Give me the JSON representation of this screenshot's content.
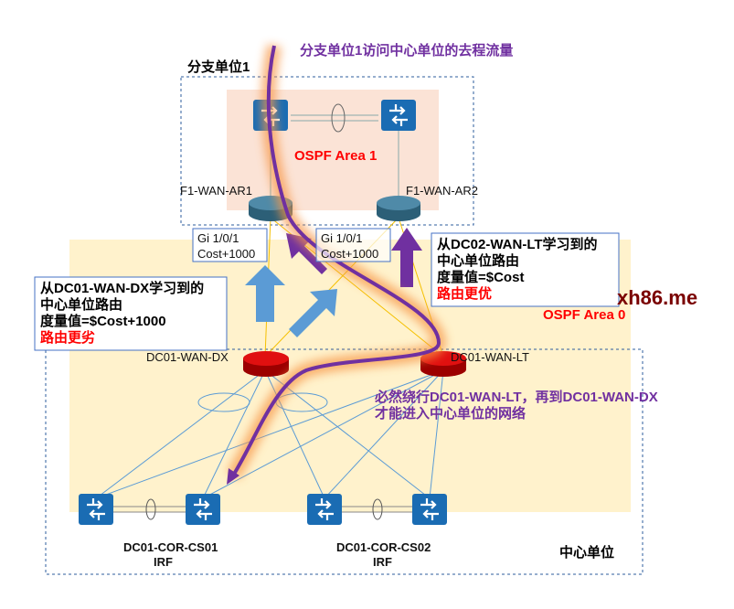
{
  "title": "分支单位1访问中心单位的去程流量",
  "branch": {
    "label": "分支单位1",
    "area": "OSPF Area 1",
    "ar1": "F1-WAN-AR1",
    "ar2": "F1-WAN-AR2"
  },
  "center": {
    "label": "中心单位",
    "area": "OSPF Area 0",
    "dx": "DC01-WAN-DX",
    "lt": "DC01-WAN-LT",
    "cs01": "DC01-COR-CS01",
    "cs02": "DC01-COR-CS02",
    "irf": "IRF"
  },
  "interfaces": [
    {
      "port": "Gi 1/0/1",
      "cost": "Cost+1000"
    },
    {
      "port": "Gi 1/0/1",
      "cost": "Cost+1000"
    }
  ],
  "note_dx": {
    "l1": "从DC01-WAN-DX学习到的",
    "l2": "中心单位路由",
    "l3": "度量值=$Cost+1000",
    "l4": "路由更劣"
  },
  "note_lt": {
    "l1": "从DC02-WAN-LT学习到的",
    "l2": "中心单位路由",
    "l3": "度量值=$Cost",
    "l4": "路由更优"
  },
  "path_note": {
    "l1": "必然绕行DC01-WAN-LT，再到DC01-WAN-DX",
    "l2": "才能进入中心单位的网络"
  },
  "watermark": "xh86.me",
  "colors": {
    "purple": "#7030a0",
    "red": "#ff0000",
    "blue": "#5b9bd5",
    "yellow_area": "#fff2cc",
    "pink_area": "#fbe3d6"
  }
}
